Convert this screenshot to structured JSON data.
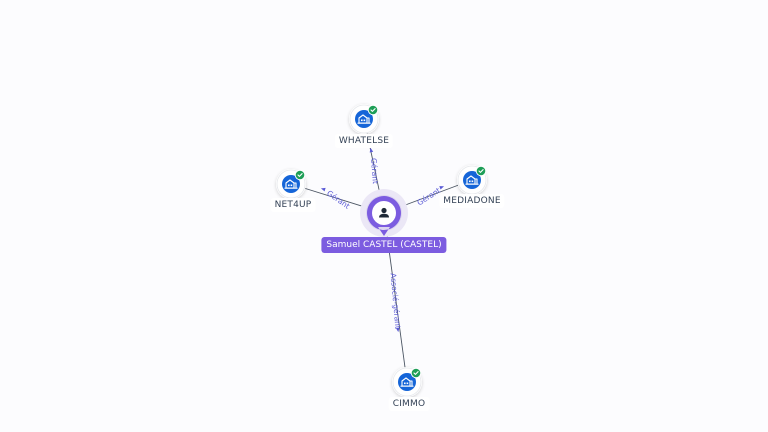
{
  "colors": {
    "person": "#7c5ce0",
    "person_label_bg": "#7c5ce0",
    "company": "#1565d8",
    "check": "#1e9e57",
    "edge": "#4b5563",
    "edge_label": "#5b5bd6"
  },
  "person": {
    "name": "Samuel CASTEL (CASTEL)",
    "icon": "person-icon"
  },
  "companies": [
    {
      "id": "whatelse",
      "name": "WHATELSE",
      "relation": "Gérant",
      "icon": "building-icon",
      "status": "check-icon"
    },
    {
      "id": "net4up",
      "name": "NET4UP",
      "relation": "Gérant",
      "icon": "building-icon",
      "status": "check-icon"
    },
    {
      "id": "mediadone",
      "name": "MEDIADONE",
      "relation": "Gérant",
      "icon": "building-icon",
      "status": "check-icon"
    },
    {
      "id": "cimmo",
      "name": "CIMMO",
      "relation": "Associé-gérant",
      "icon": "building-icon",
      "status": "check-icon"
    }
  ]
}
